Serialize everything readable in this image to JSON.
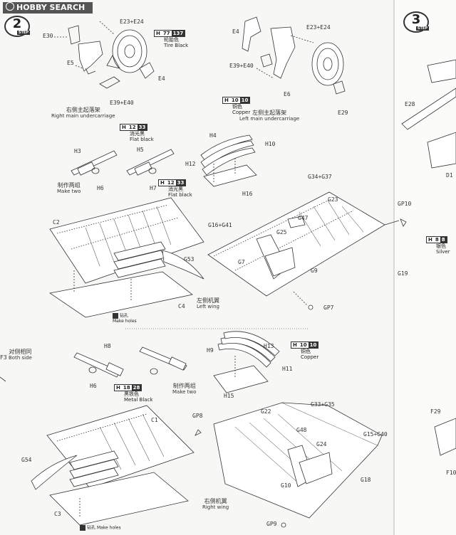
{
  "watermark": {
    "text": "HOBBY SEARCH"
  },
  "steps": [
    {
      "number": "2",
      "label": "STEP"
    },
    {
      "number": "3",
      "label": "STEP"
    }
  ],
  "part_labels": {
    "e23_e24_a": "E23+E24",
    "e30": "E30",
    "e5": "E5",
    "e4_a": "E4",
    "e39_e40_a": "E39+E40",
    "e4_b": "E4",
    "e23_e24_b": "E23+E24",
    "e39_e40_b": "E39+E40",
    "e6": "E6",
    "e29": "E29",
    "h4": "H4",
    "h10": "H10",
    "h12": "H12",
    "h16": "H16",
    "h3": "H3",
    "h5": "H5",
    "h6_a": "H6",
    "h7": "H7",
    "g34_g37": "G34+G37",
    "g23": "G23",
    "gp10": "GP10",
    "g47": "G47",
    "g16_g41": "G16+G41",
    "g25": "G25",
    "g7": "G7",
    "g9": "G9",
    "g19": "G19",
    "gp7": "GP7",
    "c2": "C2",
    "g53": "G53",
    "c4": "C4",
    "e28": "E28",
    "d1": "D1",
    "h8": "H8",
    "h6_b": "H6",
    "h9": "H9",
    "h13": "H13",
    "h11": "H11",
    "h15": "H15",
    "f3": "F3",
    "gp8": "GP8",
    "g22": "G22",
    "g33_g35": "G33+G35",
    "g48": "G48",
    "g15_g40": "G15+G40",
    "g24": "G24",
    "g10": "G10",
    "g18": "G18",
    "gp9": "GP9",
    "c1": "C1",
    "g54": "G54",
    "c3": "C3",
    "f29": "F29",
    "f10": "F10"
  },
  "captions": {
    "right_main_uc": {
      "cn": "右侧主起落架",
      "en": "Right main undercarriage"
    },
    "left_main_uc": {
      "cn": "左侧主起落架",
      "en": "Left main undercarriage"
    },
    "make_two_a": {
      "cn": "制作两组",
      "en": "Make two"
    },
    "make_two_b": {
      "cn": "制作两组",
      "en": "Make two"
    },
    "both_side": {
      "cn": "对侧相同",
      "en": "Both side"
    },
    "left_wing": {
      "cn": "左侧机翼",
      "en": "Left wing"
    },
    "right_wing": {
      "cn": "右侧机翼",
      "en": "Right wing"
    }
  },
  "paints": {
    "tire_black": {
      "code": "H",
      "num": "137",
      "sub": "77",
      "cn": "轮胎色",
      "en": "Tire Black"
    },
    "copper_a": {
      "code": "H",
      "num": "10",
      "sub": "10",
      "cn": "铜色",
      "en": "Copper"
    },
    "flat_black_a": {
      "code": "H",
      "num": "33",
      "sub": "12",
      "cn": "消光黑",
      "en": "Flat black"
    },
    "flat_black_b": {
      "code": "H",
      "num": "33",
      "sub": "12",
      "cn": "消光黑",
      "en": "Flat black"
    },
    "silver": {
      "code": "H",
      "num": "8",
      "sub": "8",
      "cn": "银色",
      "en": "Silver"
    },
    "metal_black": {
      "code": "H",
      "num": "28",
      "sub": "18",
      "cn": "黑铁色",
      "en": "Metal Black"
    },
    "copper_b": {
      "code": "H",
      "num": "10",
      "sub": "10",
      "cn": "铜色",
      "en": "Copper"
    }
  },
  "drill_notes": {
    "make_holes_a": {
      "cn": "钻孔",
      "en": "Make holes"
    },
    "make_holes_b": {
      "cn": "钻孔",
      "en": "Make holes"
    }
  }
}
